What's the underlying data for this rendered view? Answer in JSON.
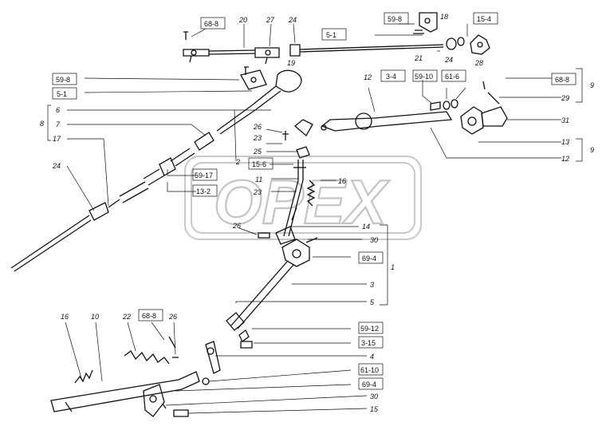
{
  "watermark": {
    "text": "OPEX"
  },
  "boxed_labels": [
    "68-8",
    "59-8",
    "15-4",
    "5-1",
    "59-8",
    "5-1",
    "3-4",
    "59-10",
    "61-6",
    "68-8",
    "15-6",
    "59-17",
    "13-2",
    "69-4",
    "68-8",
    "59-12",
    "3-15",
    "61-10",
    "69-4"
  ],
  "labels": [
    "20",
    "27",
    "24",
    "18",
    "21",
    "24",
    "28",
    "19",
    "12",
    "9",
    "29",
    "6",
    "7",
    "8",
    "17",
    "26",
    "23",
    "25",
    "31",
    "13",
    "9",
    "12",
    "2",
    "11",
    "16",
    "23",
    "24",
    "26",
    "14",
    "30",
    "1",
    "3",
    "5",
    "16",
    "10",
    "22",
    "26",
    "4",
    "30",
    "15"
  ]
}
